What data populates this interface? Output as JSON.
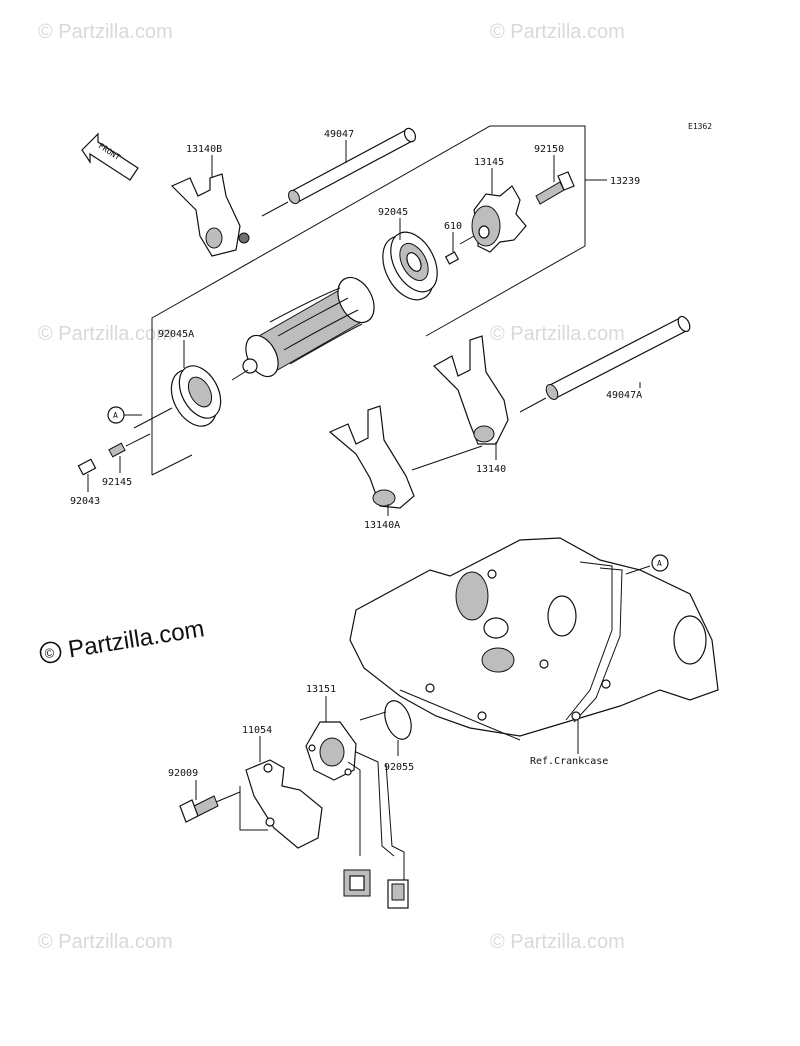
{
  "diagram_code": "E1362",
  "front_label": "FRONT",
  "ref_label": "Ref.Crankcase",
  "marker_letter": "A",
  "watermark_text": "© Partzilla.com",
  "watermark_copy": "©",
  "watermark_name": "Partzilla.com",
  "parts": {
    "p49047": "49047",
    "p13140B": "13140B",
    "p92150": "92150",
    "p13145": "13145",
    "p13239": "13239",
    "p92045": "92045",
    "p610": "610",
    "p92045A": "92045A",
    "p49047A": "49047A",
    "p92145": "92145",
    "p92043": "92043",
    "p13140": "13140",
    "p13140A": "13140A",
    "p13151": "13151",
    "p11054": "11054",
    "p92009": "92009",
    "p92055": "92055"
  },
  "colors": {
    "line": "#111111",
    "watermark": "#d9d9d9",
    "shade": "#bdbdbd"
  }
}
